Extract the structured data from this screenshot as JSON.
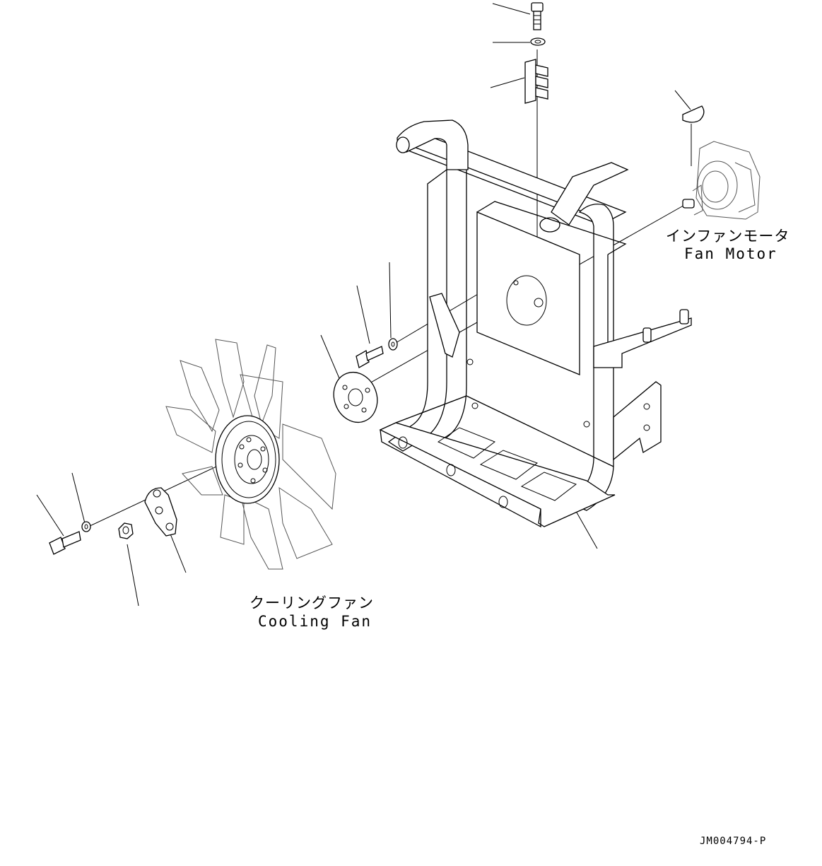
{
  "labels": {
    "fan_motor_jp": "インファンモータ",
    "fan_motor_en": "Fan Motor",
    "cooling_fan_jp": "クーリングファン",
    "cooling_fan_en": "Cooling Fan",
    "drawing_id": "JM004794-P"
  }
}
